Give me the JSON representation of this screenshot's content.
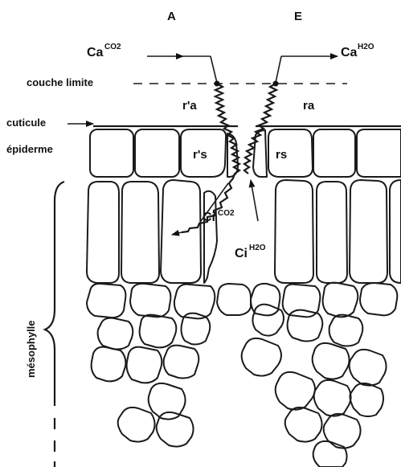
{
  "headers": {
    "left": "A",
    "right": "E"
  },
  "labels": {
    "ca_co2_base": "Ca",
    "ca_co2_sup": "CO2",
    "ca_h2o_base": "Ca",
    "ca_h2o_sup": "H2O",
    "couche_limite": "couche limite",
    "cuticule": "cuticule",
    "epiderme": "épiderme",
    "mesophylle": "mésophylle",
    "r_prime_a": "r'a",
    "ra": "ra",
    "r_prime_s": "r's",
    "rs": "rs",
    "ci_co2_base": "Ci",
    "ci_co2_sup": "CO2",
    "ci_h2o_base": "Ci",
    "ci_h2o_sup": "H2O"
  },
  "colors": {
    "ink": "#111111",
    "background": "#ffffff"
  }
}
